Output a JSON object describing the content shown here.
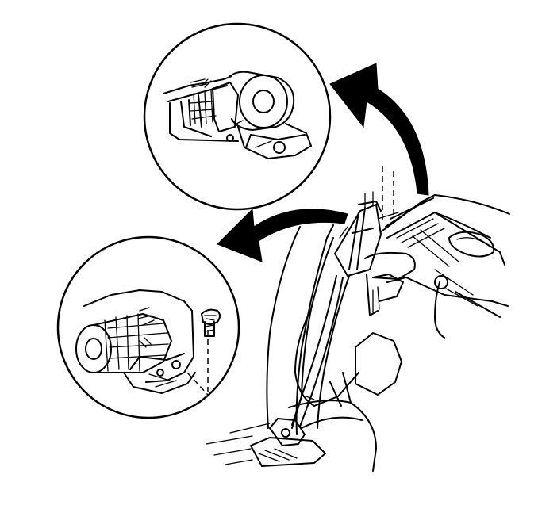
{
  "figure": {
    "kind": "line-art service illustration",
    "components": [
      "upper-retractor-detail",
      "lower-retractor-detail",
      "retractor-bolt",
      "seat-belt-webbing",
      "floor-panel",
      "seat-cushion"
    ],
    "arrows": [
      "arrow-to-upper-detail",
      "arrow-to-lower-detail"
    ],
    "colors": {
      "ink": "#000000",
      "paper": "#ffffff"
    }
  }
}
